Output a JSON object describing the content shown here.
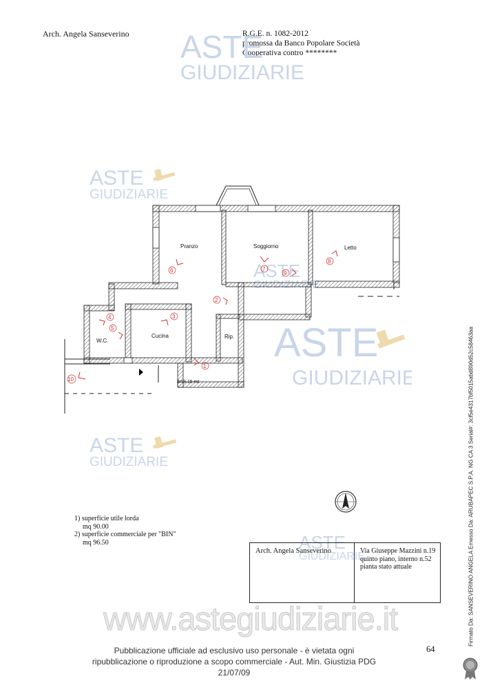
{
  "header": {
    "author": "Arch. Angela Sanseverino",
    "rge_lines": [
      "R.G.E. n. 1082-2012",
      "promossa da Banco Popolare Società",
      "Cooperativa    contro ********"
    ]
  },
  "watermarks": [
    {
      "line1": "ASTE",
      "line2": "GIUDIZIARIE"
    },
    {
      "line1": "ASTE",
      "line2": "GIUDIZIARIE"
    },
    {
      "line1": "ASTE",
      "line2": "GIUDIZIARIE"
    },
    {
      "line1": "ASTE",
      "line2": "GIUDIZIARIE"
    },
    {
      "line1": "ASTE",
      "line2": "GIUDIZIARIE"
    },
    {
      "line1": "ASTE",
      "line2": "GIUDIZIARIE"
    }
  ],
  "floorplan": {
    "rooms": [
      "Pranzo",
      "Soggiorno",
      "Letto",
      "Cucina",
      "W.C.",
      "Rip."
    ],
    "photo_points": [
      "1",
      "2",
      "3",
      "4",
      "5",
      "6",
      "7",
      "8",
      "9",
      "10"
    ],
    "height_label": "h=3.15 mt"
  },
  "notes": [
    "1) superficie utile lorda",
    "mq 90.00",
    "2) superficie commerciale per \"BIN\"",
    "mq 96.50"
  ],
  "titleblock": {
    "author": "Arch. Angela Sanseverino",
    "address_lines": [
      "Via Giuseppe Mazzini n.19",
      "quinto piano, interno n.52",
      "pianta stato attuale"
    ]
  },
  "site_watermark": "www.astegiudiziarie.it",
  "publication_notice": [
    "Pubblicazione ufficiale ad esclusivo uso personale - è vietata ogni",
    "ripubblicazione o riproduzione a scopo commerciale - Aut. Min. Giustizia PDG 21/07/09"
  ],
  "page_number": "64",
  "signature_text": "Firmato Da: SANSEVERINO ANGELA Emesso Da: ARUBAPEC S.P.A. NG CA 3 Serial#: 3cf5e4317bf5015abd890d52c58463aa"
}
